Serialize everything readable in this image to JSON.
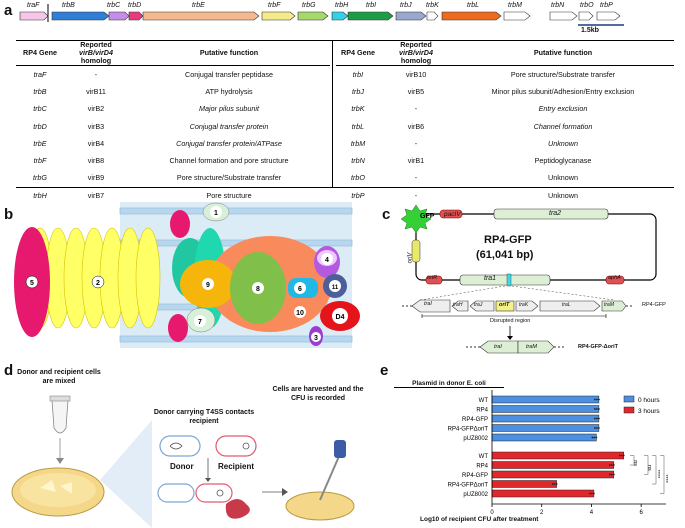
{
  "panels": {
    "a": "a",
    "b": "b",
    "c": "c",
    "d": "d",
    "e": "e"
  },
  "gene_map": {
    "genes": [
      {
        "name": "traF",
        "color": "#f6c6ea"
      },
      {
        "name": "trbB",
        "color": "#2f7fd6"
      },
      {
        "name": "trbC",
        "color": "#c58ce8"
      },
      {
        "name": "trbD",
        "color": "#e83a7e"
      },
      {
        "name": "trbE",
        "color": "#f5b98f"
      },
      {
        "name": "trbF",
        "color": "#f4ea8a"
      },
      {
        "name": "trbG",
        "color": "#a6d86c"
      },
      {
        "name": "trbH",
        "color": "#34d1e6"
      },
      {
        "name": "trbI",
        "color": "#1d9c48"
      },
      {
        "name": "trbJ",
        "color": "#9aa8cf"
      },
      {
        "name": "trbK",
        "color": "#ffffff"
      },
      {
        "name": "trbL",
        "color": "#ec6b1c"
      },
      {
        "name": "trbM",
        "color": "#ffffff"
      },
      {
        "name": "trbN",
        "color": "#ffffff"
      },
      {
        "name": "trbO",
        "color": "#ffffff"
      },
      {
        "name": "trbP",
        "color": "#ffffff"
      }
    ],
    "scale_label": "1.5kb"
  },
  "table": {
    "headers": {
      "gene": "RP4 Gene",
      "homolog_line1": "Reported",
      "homolog_line2": "virB/virD4",
      "homolog_line3": "homolog",
      "function": "Putative function"
    },
    "left_rows": [
      {
        "gene": "traF",
        "homolog": "-",
        "function": "Conjugal transfer peptidase",
        "italic_fn": false
      },
      {
        "gene": "trbB",
        "homolog": "virB11",
        "function": "ATP hydrolysis",
        "italic_fn": false
      },
      {
        "gene": "trbC",
        "homolog": "virB2",
        "function": "Major pilus subunit",
        "italic_fn": true
      },
      {
        "gene": "trbD",
        "homolog": "virB3",
        "function": "Conjugal transfer protein",
        "italic_fn": true
      },
      {
        "gene": "trbE",
        "homolog": "virB4",
        "function": "Conjugal transfer protein/ATPase",
        "italic_fn": true
      },
      {
        "gene": "trbF",
        "homolog": "virB8",
        "function": "Channel formation and pore structure",
        "italic_fn": false
      },
      {
        "gene": "trbG",
        "homolog": "virB9",
        "function": "Pore structure/Substrate transfer",
        "italic_fn": false
      },
      {
        "gene": "trbH",
        "homolog": "virB7",
        "function": "Pore structure",
        "italic_fn": false
      }
    ],
    "right_rows": [
      {
        "gene": "trbI",
        "homolog": "virB10",
        "function": "Pore structure/Substrate transfer",
        "italic_fn": false
      },
      {
        "gene": "trbJ",
        "homolog": "virB5",
        "function": "Minor pilus subunit/Adhesion/Entry exclusion",
        "italic_fn": false
      },
      {
        "gene": "trbK",
        "homolog": "-",
        "function": "Entry exclusion",
        "italic_fn": true
      },
      {
        "gene": "trbL",
        "homolog": "virB6",
        "function": "Channel formation",
        "italic_fn": true
      },
      {
        "gene": "trbM",
        "homolog": "-",
        "function": "Unknown",
        "italic_fn": true
      },
      {
        "gene": "trbN",
        "homolog": "virB1",
        "function": "Peptidoglycanase",
        "italic_fn": false
      },
      {
        "gene": "trbO",
        "homolog": "-",
        "function": "Unknown",
        "italic_fn": false
      },
      {
        "gene": "trbP",
        "homolog": "-",
        "function": "Unknown",
        "italic_fn": false
      }
    ]
  },
  "structure": {
    "numbers": [
      "1",
      "2",
      "3",
      "4",
      "5",
      "6",
      "7",
      "8",
      "9",
      "10",
      "11",
      "D4"
    ]
  },
  "plasmid": {
    "name": "RP4-GFP",
    "size": "(61,041 bp)",
    "gfp": "GFP",
    "pacIV": "pacIV",
    "oriV": "oriV",
    "tra2": "tra2",
    "tra1": "tra1",
    "tetR": "tetR",
    "aphA": "aphA",
    "oriT": "oriT",
    "traI": "traI",
    "traH": "traH",
    "traJ": "traJ",
    "traK": "traK",
    "traL": "traL",
    "traC": "traC",
    "traM": "traM",
    "track_label_full": "RP4-GFP",
    "disrupted": "Disrupted region",
    "traI2": "traI",
    "traM2": "traM",
    "track_label_del": "RP4-GFP-ΔoriT"
  },
  "assay": {
    "mixed": "Donor and recipient cells are mixed",
    "contact": "Donor carrying T4SS contacts recipient",
    "harvest": "Cells are harvested and the CFU is recorded",
    "donor": "Donor",
    "recipient": "Recipient"
  },
  "chart_data": {
    "type": "bar",
    "title": "Plasmid in donor E. coli",
    "xlabel": "Log10 of recipient CFU after treatment",
    "xlim": [
      0,
      7
    ],
    "xticks": [
      "0",
      "2",
      "4",
      "6"
    ],
    "legend_position": "top-right",
    "series": [
      {
        "name": "0 hours",
        "color": "#4d8fe0",
        "categories": [
          "WT",
          "RP4",
          "RP4-GFP",
          "RP4-GFPΔoriT",
          "pUZ8002"
        ],
        "values": [
          4.3,
          4.3,
          4.3,
          4.3,
          4.2
        ]
      },
      {
        "name": "3 hours",
        "color": "#e0282c",
        "categories": [
          "WT",
          "RP4",
          "RP4-GFP",
          "RP4-GFPΔoriT",
          "pUZ8002"
        ],
        "values": [
          5.3,
          4.9,
          4.9,
          2.6,
          4.1
        ]
      }
    ],
    "significance": [
      "ns",
      "ns",
      "****",
      "****"
    ]
  }
}
